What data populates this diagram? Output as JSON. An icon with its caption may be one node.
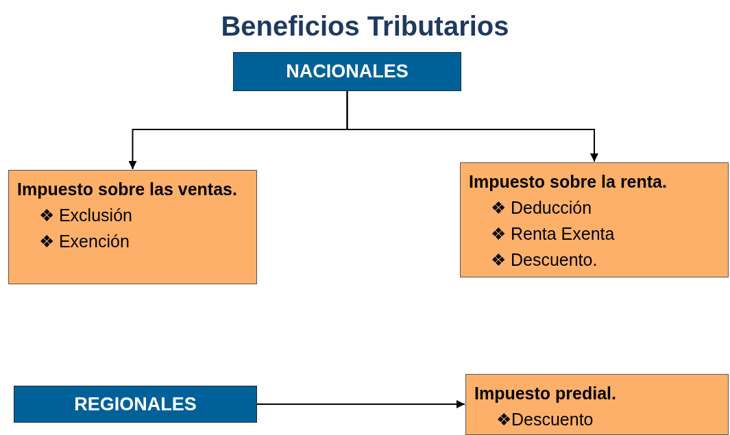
{
  "diagram": {
    "title": "Beneficios Tributarios",
    "nodes": [
      {
        "text": [
          "NACIONALES"
        ]
      },
      {
        "text": [
          "Impuesto sobre las ventas.",
          "❖ Exclusión",
          "❖ Exención"
        ]
      },
      {
        "text": [
          "Impuesto sobre la renta.",
          "❖ Deducción",
          "❖ Renta Exenta",
          "❖ Descuento."
        ]
      },
      {
        "text": [
          "REGIONALES"
        ]
      },
      {
        "text": [
          "Impuesto predial.",
          "❖Descuento"
        ]
      }
    ],
    "edges": [
      {
        "from": 0,
        "to": 1,
        "arrow": "to"
      },
      {
        "from": 0,
        "to": 2,
        "arrow": "to"
      },
      {
        "from": 3,
        "to": 4,
        "arrow": "to"
      }
    ]
  }
}
